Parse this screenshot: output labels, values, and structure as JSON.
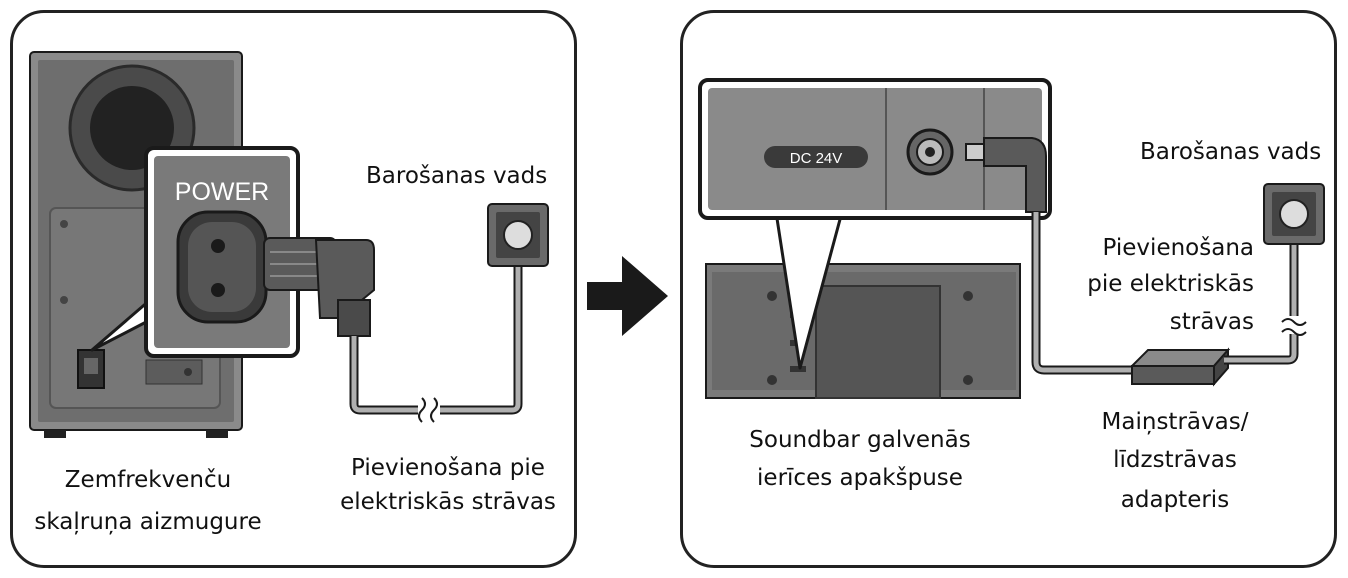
{
  "left_panel": {
    "power_label": "POWER",
    "power_cord_label": "Barošanas vads",
    "outlet_label_line1": "Pievienošana pie",
    "outlet_label_line2": "elektriskās strāvas",
    "subwoofer_label_line1": "Zemfrekvenču",
    "subwoofer_label_line2": "skaļruņa aizmugure"
  },
  "right_panel": {
    "dc_label": "DC 24V",
    "power_cord_label": "Barošanas vads",
    "outlet_label_line1": "Pievienošana",
    "outlet_label_line2": "pie elektriskās",
    "outlet_label_line3": "strāvas",
    "adapter_label_line1": "Maiņstrāvas/",
    "adapter_label_line2": "līdzstrāvas",
    "adapter_label_line3": "adapteris",
    "soundbar_label_line1": "Soundbar galvenās",
    "soundbar_label_line2": "ierīces apakšpuse"
  },
  "colors": {
    "device_dark": "#5a5a5a",
    "device_mid": "#8c8c8c",
    "cable_gray": "#a8a8a8",
    "outline": "#1a1a1a",
    "arrow": "#1a1a1a"
  },
  "icons": [
    "arrow-right-icon",
    "wall-outlet-icon",
    "cable-break-icon"
  ]
}
